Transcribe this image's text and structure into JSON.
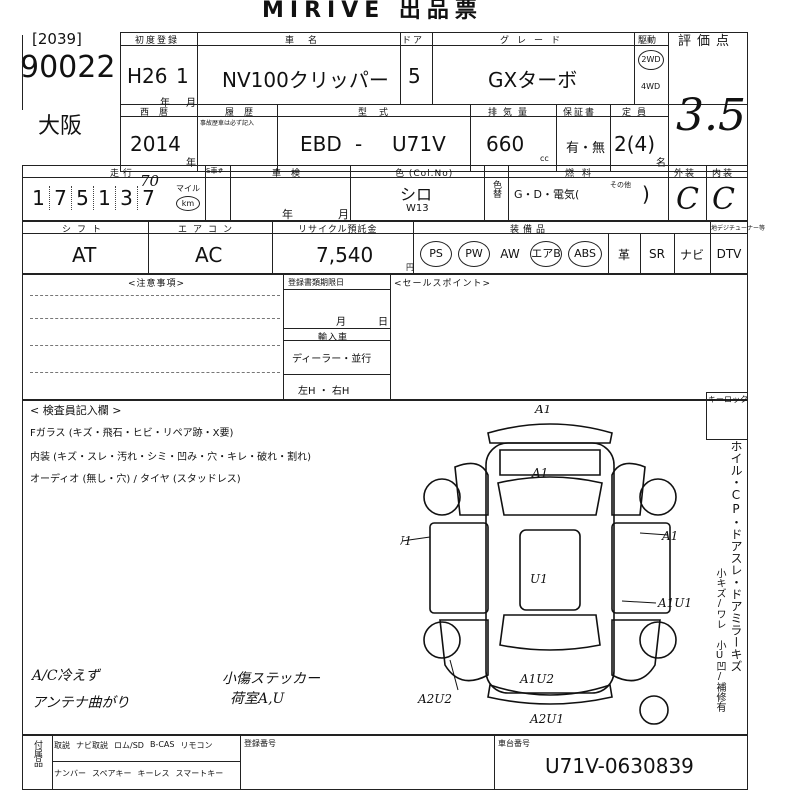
{
  "header": {
    "title": "MIRIVE 出品票",
    "code": "[2039]"
  },
  "lot": {
    "number": "90022",
    "location": "大阪"
  },
  "registration": {
    "label": "初度登録",
    "era": "H26",
    "month": "1",
    "year_unit": "年",
    "month_unit": "月"
  },
  "car_name": {
    "label": "車名",
    "value": "NV100クリッパー"
  },
  "doors": {
    "label": "ドア",
    "value": "5"
  },
  "grade": {
    "label": "グレード",
    "value": "GXターボ"
  },
  "drive": {
    "label": "駆動",
    "opt1": "2WD",
    "opt2": "4WD"
  },
  "score": {
    "label": "評価点",
    "value": "3.5"
  },
  "model_year": {
    "label": "西暦",
    "value": "2014",
    "unit": "年"
  },
  "history": {
    "label": "履歴",
    "note": "事故歴車は必ず記入"
  },
  "model_type": {
    "label": "型式",
    "prefix": "EBD",
    "dash": "-",
    "code": "U71V"
  },
  "displacement": {
    "label": "排気量",
    "value": "660",
    "unit": "cc"
  },
  "warranty": {
    "label": "保証書",
    "value": "有・無"
  },
  "capacity": {
    "label": "定員",
    "value": "2(4)",
    "unit": "名"
  },
  "mileage": {
    "label": "走行",
    "digits": [
      "1",
      "7",
      "5",
      "1",
      "3",
      "7"
    ],
    "handwritten": "70",
    "mile": "マイル",
    "km": "km"
  },
  "inspection": {
    "label": "車検",
    "year": "年",
    "month": "月",
    "sflag": "S車#"
  },
  "color": {
    "label": "色 (Col.No)",
    "value": "シロ",
    "code": "W13",
    "change_label": "色替",
    "fuel_label": "燃料",
    "fuel_options": "G・D・電気(",
    "fuel_other": "その他",
    "fuel_close": ")"
  },
  "exterior_interior": {
    "ext_label": "外装",
    "int_label": "内装",
    "ext_grade": "C",
    "int_grade": "C"
  },
  "shift": {
    "label": "シフト",
    "value": "AT"
  },
  "aircon": {
    "label": "エアコン",
    "value": "AC"
  },
  "recycle": {
    "label": "リサイクル預託金",
    "value": "7,540",
    "unit": "円"
  },
  "equipment": {
    "label": "装備品",
    "items": [
      "PS",
      "PW",
      "AW",
      "エアB",
      "ABS",
      "革",
      "SR",
      "ナビ",
      "DTV"
    ],
    "circled": [
      true,
      true,
      false,
      true,
      true,
      false,
      false,
      false,
      false
    ],
    "tuner_label": "地デジチューナー等"
  },
  "notes": {
    "label": "<注意事項>",
    "sales_point": "<セールスポイント>"
  },
  "expiry": {
    "label": "登録書類期限日",
    "month": "月",
    "day": "日",
    "import_label": "輸入車",
    "import_type": "ディーラー・並行",
    "handle": "左H ・ 右H"
  },
  "inspector": {
    "title": "< 検査員記入欄 >",
    "line1": "Fガラス (キズ・飛石・ヒビ・リペア跡・X要)",
    "line2": "内装 (キズ・スレ・汚れ・シミ・凹み・穴・キレ・破れ・割れ)",
    "line3": "オーディオ (無し・穴) / タイヤ (スタッドレス)",
    "hand1": "A/C冷えず",
    "hand2": "アンテナ曲がり",
    "hand3": "小傷ステッカー",
    "hand4": "荷室A,U"
  },
  "key_lock": "キーロック",
  "diagram_marks": [
    "A1",
    "A1",
    "A1U1",
    "A1",
    "U1",
    "A1",
    "A1U1",
    "A1U2",
    "A2U2",
    "A2U1"
  ],
  "side_note": "ホイル・CP・ドアスレ・ドアミラーキズ",
  "side_small": "小キズ/ワレ 小U凹/補修有",
  "footer": {
    "attach_label": "付属品",
    "row1": [
      "取説",
      "ナビ取説",
      "ロム/SD",
      "B-CAS",
      "リモコン"
    ],
    "row2": [
      "ナンバー",
      "スペアキー",
      "キーレス",
      "スマートキー"
    ],
    "reg_label": "登録番号",
    "chassis_label": "車台番号",
    "chassis_value": "U71V-0630839"
  }
}
